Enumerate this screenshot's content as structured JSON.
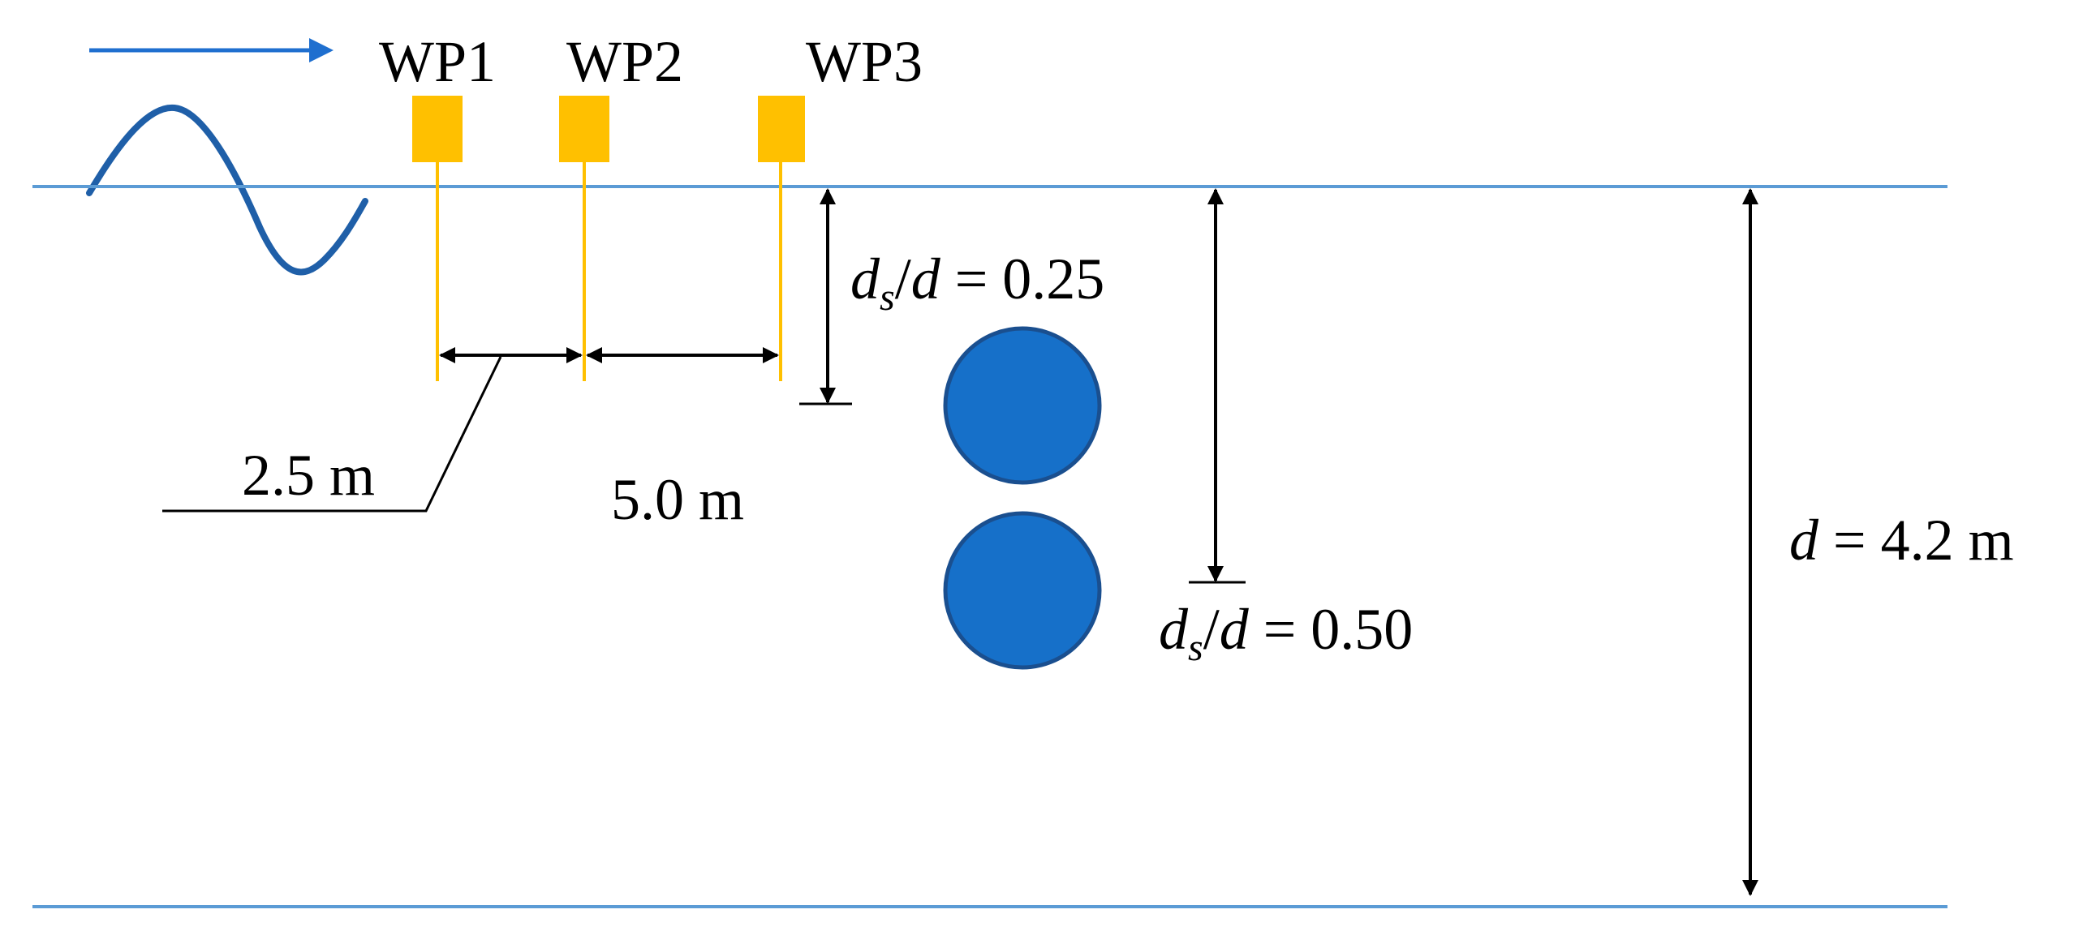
{
  "colors": {
    "water_line": "#5b9bd5",
    "wave": "#1f5fa8",
    "arrow": "#1f6fcf",
    "probe": "#ffc000",
    "cylinder_fill": "#1670c9",
    "cylinder_stroke": "#1a4f8f",
    "dimension": "#000000"
  },
  "icons": {
    "wave_direction": "arrow-right-icon",
    "incident_wave": "sine-wave-icon",
    "probe": "wave-probe-icon",
    "cylinder": "circular-cylinder-icon"
  },
  "probes": [
    {
      "label": "WP1"
    },
    {
      "label": "WP2"
    },
    {
      "label": "WP3"
    }
  ],
  "spacings": {
    "wp1_wp2": "2.5 m",
    "wp2_wp3": "5.0 m"
  },
  "submergence": {
    "upper": {
      "d_sym": "d",
      "sub_s": "s",
      "slash": "/",
      "rest": " = 0.25"
    },
    "lower": {
      "d_sym": "d",
      "sub_s": "s",
      "slash": "/",
      "rest": " = 0.50"
    }
  },
  "depth": {
    "d_sym": "d",
    "rest": " = 4.2 m"
  }
}
